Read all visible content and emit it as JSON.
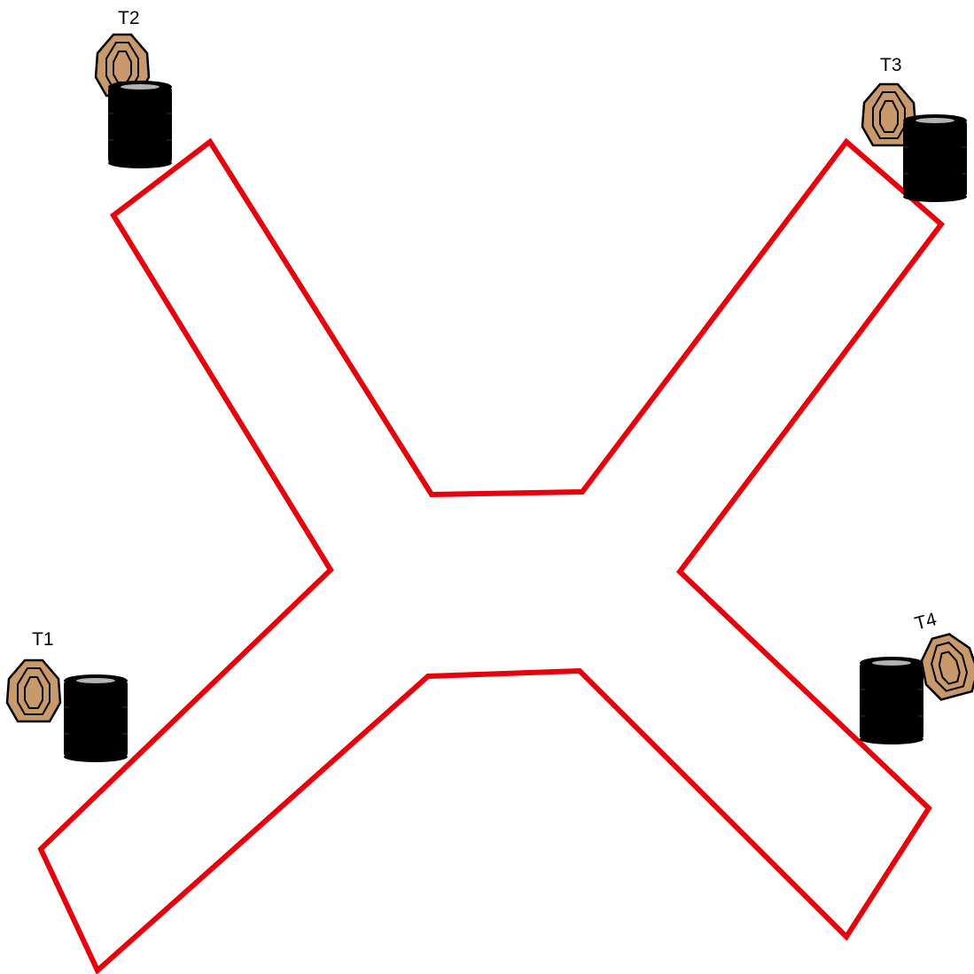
{
  "colors": {
    "boundary": "#e8000b",
    "target_fill": "#c8996b",
    "target_stroke": "#000000",
    "barrel_fill": "#000000",
    "barrel_top": "#a9a9a9",
    "background": "#ffffff"
  },
  "targets": [
    {
      "id": "t1",
      "label": "T1"
    },
    {
      "id": "t2",
      "label": "T2"
    },
    {
      "id": "t3",
      "label": "T3"
    },
    {
      "id": "t4",
      "label": "T4"
    }
  ]
}
